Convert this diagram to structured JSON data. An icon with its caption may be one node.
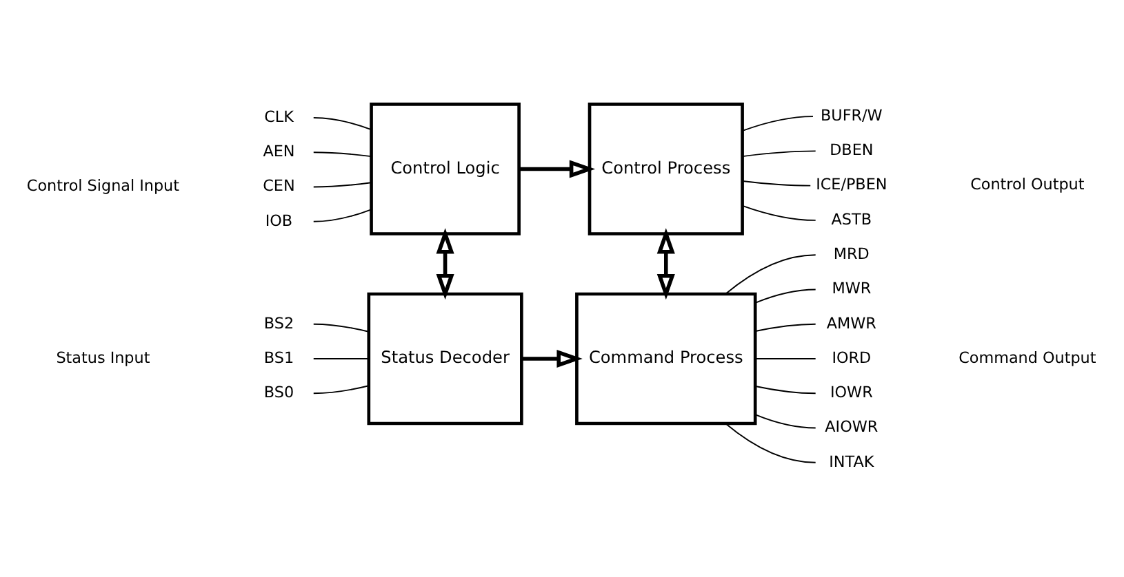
{
  "diagram": {
    "nodes": [
      {
        "text": [
          "Status Decoder"
        ]
      },
      {
        "text": [
          "Command Process"
        ]
      },
      {
        "text": [
          "Control Logic"
        ]
      },
      {
        "text": [
          "Control Process"
        ]
      },
      {
        "text": [
          "BS2"
        ]
      },
      {
        "text": [
          "BS1"
        ]
      },
      {
        "text": [
          "BS0"
        ]
      },
      {
        "text": [
          "CLK"
        ]
      },
      {
        "text": [
          "AEN"
        ]
      },
      {
        "text": [
          "CEN"
        ]
      },
      {
        "text": [
          "IOB"
        ]
      },
      {
        "text": [
          "MRD"
        ]
      },
      {
        "text": [
          "MWR"
        ]
      },
      {
        "text": [
          "AMWR"
        ]
      },
      {
        "text": [
          "IORD"
        ]
      },
      {
        "text": [
          "IOWR"
        ]
      },
      {
        "text": [
          "AIOWR"
        ]
      },
      {
        "text": [
          "INTAK"
        ]
      },
      {
        "text": [
          "BUFR/W"
        ]
      },
      {
        "text": [
          "DBEN"
        ]
      },
      {
        "text": [
          "ICE/PBEN"
        ]
      },
      {
        "text": [
          "ASTB"
        ]
      }
    ],
    "edges": [
      {
        "from": 4,
        "to": 0,
        "arrow": "none"
      },
      {
        "from": 5,
        "to": 0,
        "arrow": "none"
      },
      {
        "from": 6,
        "to": 0,
        "arrow": "none"
      },
      {
        "from": 7,
        "to": 2,
        "arrow": "none"
      },
      {
        "from": 8,
        "to": 2,
        "arrow": "none"
      },
      {
        "from": 9,
        "to": 2,
        "arrow": "none"
      },
      {
        "from": 10,
        "to": 2,
        "arrow": "none"
      },
      {
        "from": 0,
        "to": 2,
        "arrow": "both",
        "style": "thick"
      },
      {
        "from": 0,
        "to": 1,
        "arrow": "to",
        "style": "thick"
      },
      {
        "from": 2,
        "to": 3,
        "arrow": "to",
        "style": "thick"
      },
      {
        "from": 1,
        "to": 3,
        "arrow": "both",
        "style": "thick"
      },
      {
        "from": 1,
        "to": 11,
        "arrow": "none"
      },
      {
        "from": 1,
        "to": 12,
        "arrow": "none"
      },
      {
        "from": 1,
        "to": 13,
        "arrow": "none"
      },
      {
        "from": 1,
        "to": 14,
        "arrow": "none"
      },
      {
        "from": 1,
        "to": 15,
        "arrow": "none"
      },
      {
        "from": 1,
        "to": 16,
        "arrow": "none"
      },
      {
        "from": 1,
        "to": 17,
        "arrow": "none"
      },
      {
        "from": 3,
        "to": 18,
        "arrow": "none"
      },
      {
        "from": 3,
        "to": 19,
        "arrow": "none"
      },
      {
        "from": 3,
        "to": 20,
        "arrow": "none"
      },
      {
        "from": 3,
        "to": 21,
        "arrow": "none"
      }
    ],
    "labels": [
      "Status Input",
      "Control Signal Input",
      "Command Output",
      "Control Output"
    ]
  }
}
